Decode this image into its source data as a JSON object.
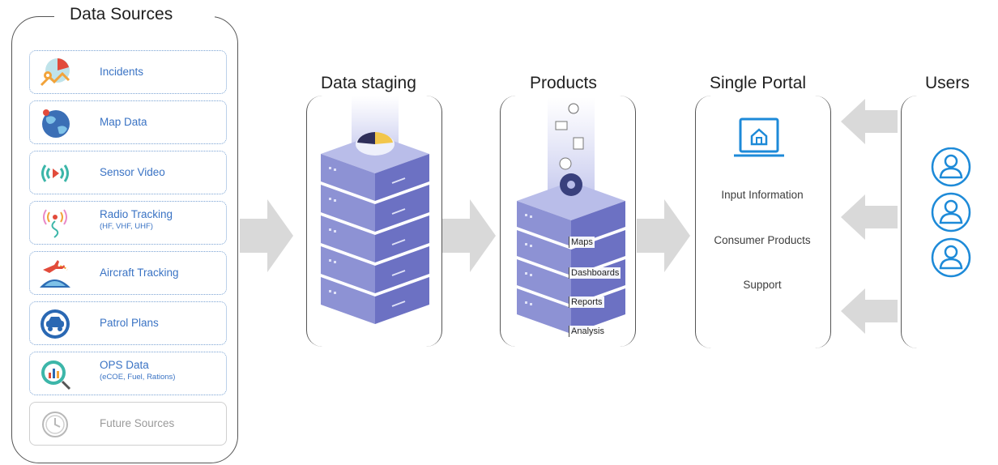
{
  "sections": {
    "sources": "Data Sources",
    "staging": "Data staging",
    "products": "Products",
    "portal": "Single Portal",
    "users": "Users"
  },
  "sources": [
    {
      "label": "Incidents",
      "sub": "",
      "icon": "incident-map-icon"
    },
    {
      "label": "Map Data",
      "sub": "",
      "icon": "globe-map-icon"
    },
    {
      "label": "Sensor Video",
      "sub": "",
      "icon": "sensor-signal-icon"
    },
    {
      "label": "Radio Tracking",
      "sub": "(HF, VHF, UHF)",
      "icon": "radio-tracking-icon"
    },
    {
      "label": "Aircraft Tracking",
      "sub": "",
      "icon": "aircraft-icon"
    },
    {
      "label": "Patrol Plans",
      "sub": "",
      "icon": "patrol-vehicle-icon"
    },
    {
      "label": "OPS Data",
      "sub": "(eCOE, Fuel, Rations)",
      "icon": "ops-chart-icon"
    },
    {
      "label": "Future Sources",
      "sub": "",
      "icon": "future-clock-icon"
    }
  ],
  "products": [
    "Maps",
    "Dashboards",
    "Reports",
    "Analysis"
  ],
  "portal": {
    "items": [
      "Input Information",
      "Consumer Products",
      "Support"
    ],
    "icon": "laptop-home-icon"
  },
  "users": {
    "count": 3,
    "icon": "user-icon"
  },
  "colors": {
    "accent_blue": "#3a73c4",
    "server_purple": "#8d92d4",
    "arrow_gray": "#d9d9d9",
    "user_blue": "#1d8ad8",
    "text_gray": "#3d3d3d"
  }
}
